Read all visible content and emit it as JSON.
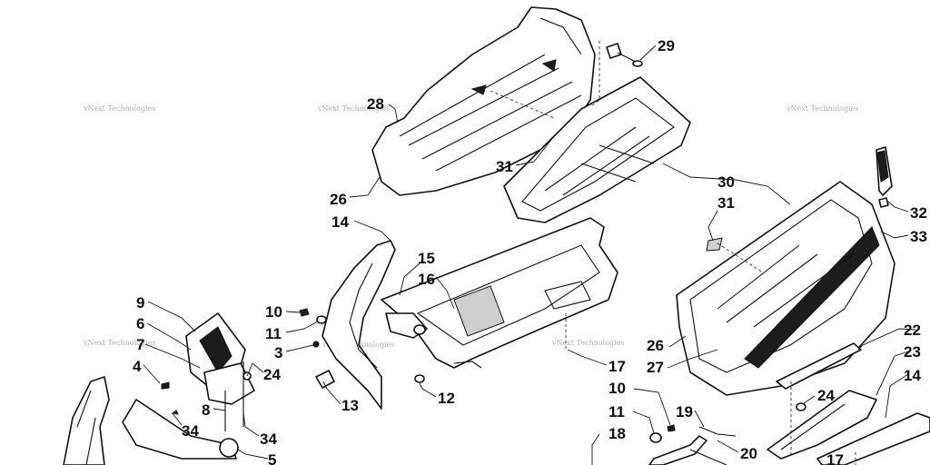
{
  "watermark_text": "vNext Technologies",
  "callouts": [
    {
      "id": "c29",
      "label": "29"
    },
    {
      "id": "c28",
      "label": "28"
    },
    {
      "id": "c31a",
      "label": "31"
    },
    {
      "id": "c26a",
      "label": "26"
    },
    {
      "id": "c14a",
      "label": "14"
    },
    {
      "id": "c15",
      "label": "15"
    },
    {
      "id": "c16",
      "label": "16"
    },
    {
      "id": "c30",
      "label": "30"
    },
    {
      "id": "c31b",
      "label": "31"
    },
    {
      "id": "c32",
      "label": "32"
    },
    {
      "id": "c33",
      "label": "33"
    },
    {
      "id": "c9",
      "label": "9"
    },
    {
      "id": "c6",
      "label": "6"
    },
    {
      "id": "c7",
      "label": "7"
    },
    {
      "id": "c4",
      "label": "4"
    },
    {
      "id": "c10a",
      "label": "10"
    },
    {
      "id": "c11a",
      "label": "11"
    },
    {
      "id": "c3",
      "label": "3"
    },
    {
      "id": "c24a",
      "label": "24"
    },
    {
      "id": "c8",
      "label": "8"
    },
    {
      "id": "c34a",
      "label": "34"
    },
    {
      "id": "c34b",
      "label": "34"
    },
    {
      "id": "c5",
      "label": "5"
    },
    {
      "id": "c13",
      "label": "13"
    },
    {
      "id": "c12",
      "label": "12"
    },
    {
      "id": "c17a",
      "label": "17"
    },
    {
      "id": "c26b",
      "label": "26"
    },
    {
      "id": "c27",
      "label": "27"
    },
    {
      "id": "c22",
      "label": "22"
    },
    {
      "id": "c23",
      "label": "23"
    },
    {
      "id": "c14b",
      "label": "14"
    },
    {
      "id": "c24b",
      "label": "24"
    },
    {
      "id": "c10b",
      "label": "10"
    },
    {
      "id": "c11b",
      "label": "11"
    },
    {
      "id": "c19",
      "label": "19"
    },
    {
      "id": "c18",
      "label": "18"
    },
    {
      "id": "c20",
      "label": "20"
    },
    {
      "id": "c17b",
      "label": "17"
    }
  ]
}
